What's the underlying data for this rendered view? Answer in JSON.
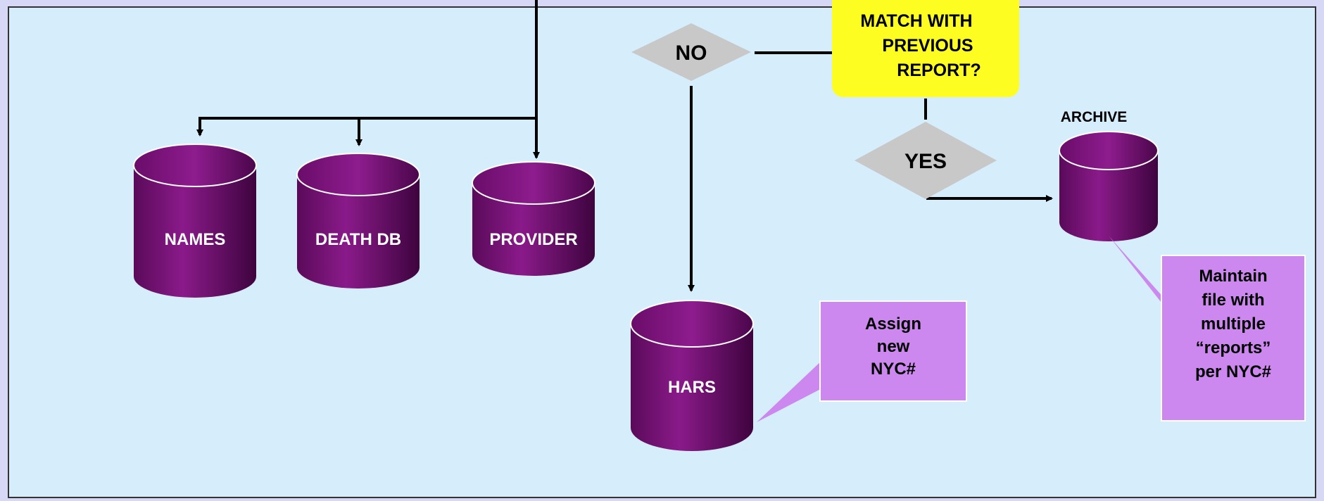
{
  "colors": {
    "page_bg": "#d7d7f6",
    "panel_bg": "#d6eefc",
    "cylinder": "#6b0a6b",
    "diamond": "#c8c8c8",
    "decision_box": "#fdfd22",
    "callout": "#cc88ee",
    "line": "#000000"
  },
  "databases": {
    "names": "NAMES",
    "death_db": "DEATH DB",
    "provider": "PROVIDER",
    "hars": "HARS",
    "archive": "ARCHIVE"
  },
  "decision": {
    "line1": "MATCH WITH",
    "line2": "PREVIOUS",
    "line3": "REPORT?"
  },
  "branches": {
    "no": "NO",
    "yes": "YES"
  },
  "callouts": {
    "assign": [
      "Assign",
      "new",
      "NYC#"
    ],
    "maintain": [
      "Maintain",
      "file with",
      "multiple",
      "“reports”",
      "per NYC#"
    ]
  }
}
